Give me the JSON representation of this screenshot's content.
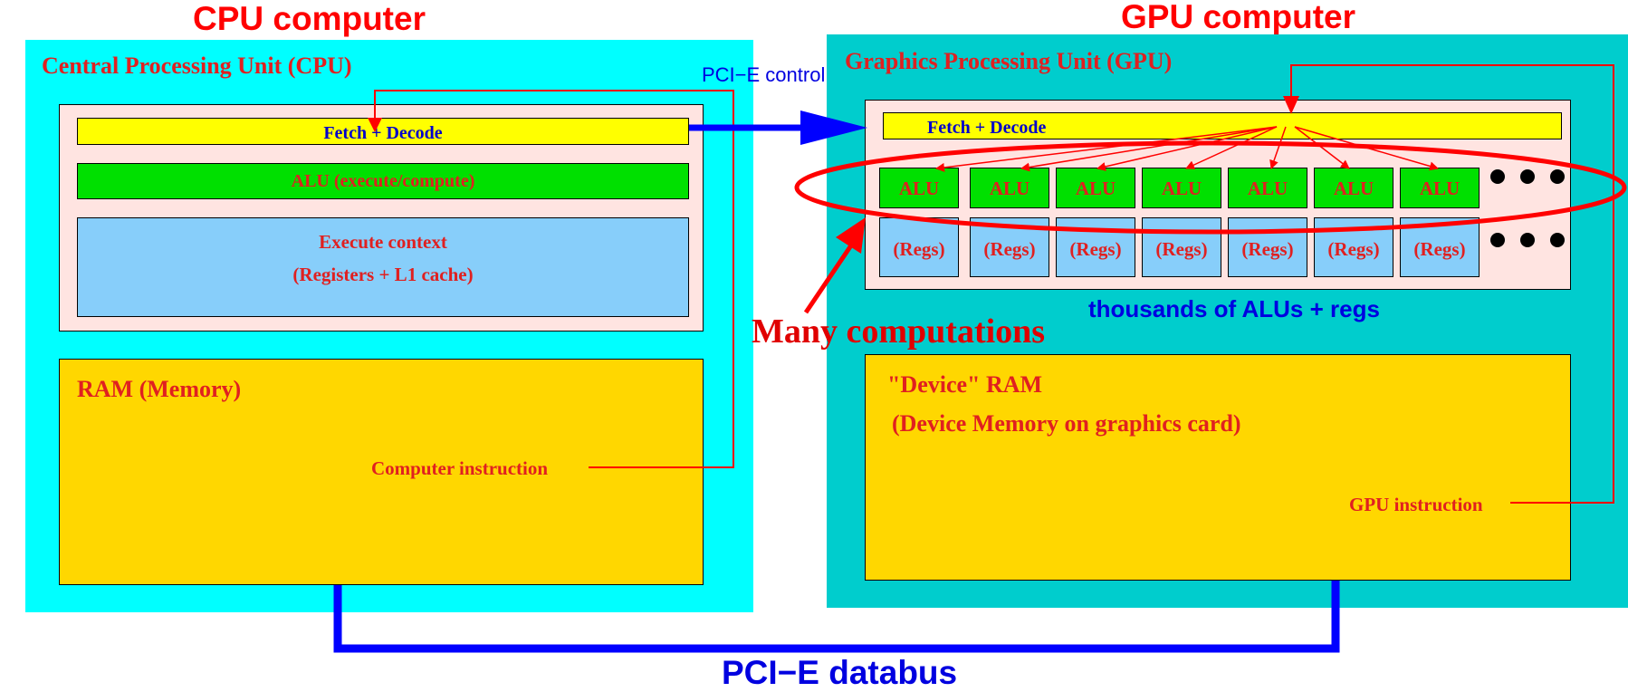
{
  "cpu": {
    "title": "CPU computer",
    "unit_label": "Central Processing Unit (CPU)",
    "fetch_decode": "Fetch + Decode",
    "alu": "ALU (execute/compute)",
    "context_line1": "Execute context",
    "context_line2": "(Registers + L1 cache)",
    "ram_label": "RAM (Memory)",
    "instruction": "Computer instruction"
  },
  "gpu": {
    "title": "GPU computer",
    "unit_label": "Graphics Processing Unit (GPU)",
    "fetch_decode": "Fetch + Decode",
    "alu_label": "ALU",
    "regs_label": "(Regs)",
    "alu_count": 7,
    "thousands": "thousands of ALUs + regs",
    "ram_line1": "\"Device\" RAM",
    "ram_line2": "(Device Memory  on graphics card)",
    "instruction": "GPU instruction"
  },
  "pcie_control": "PCI−E control",
  "many_computations": "Many computations",
  "pcie_databus": "PCI−E databus",
  "colors": {
    "cpu_bg": "#00ffff",
    "gpu_bg": "#00cdcd",
    "chip_bg": "#ffe4e1",
    "fetch": "#ffff00",
    "alu": "#00e000",
    "regs": "#87cefa",
    "ram": "#ffd700",
    "arrow_red": "#ff0000",
    "bus_blue": "#0000ff"
  }
}
